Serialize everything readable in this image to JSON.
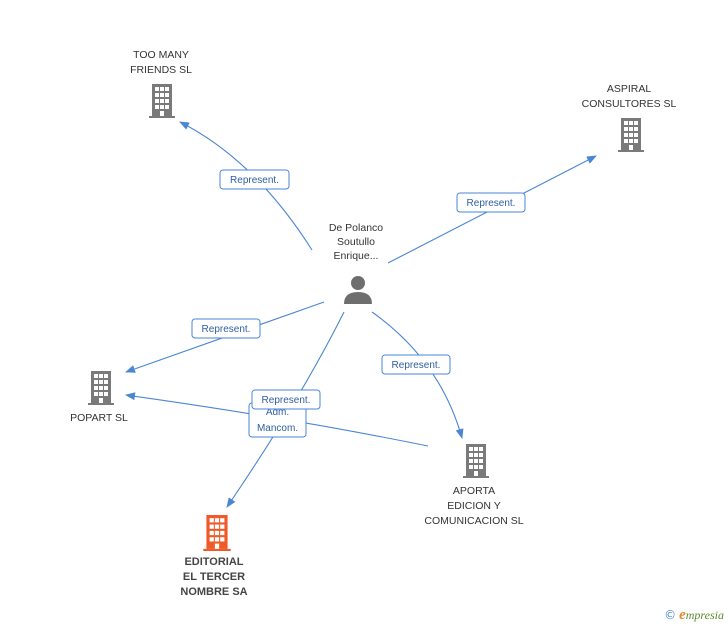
{
  "nodes": {
    "person": {
      "lines": [
        "De Polanco",
        "Soutullo",
        "Enrique..."
      ]
    },
    "too_many": {
      "lines": [
        "TOO MANY",
        "FRIENDS  SL"
      ]
    },
    "aspiral": {
      "lines": [
        "ASPIRAL",
        "CONSULTORES SL"
      ]
    },
    "popart": {
      "lines": [
        "POPART SL"
      ]
    },
    "aporta": {
      "lines": [
        "APORTA",
        "EDICION Y",
        "COMUNICACION SL"
      ]
    },
    "editorial": {
      "lines": [
        "EDITORIAL",
        "EL TERCER",
        "NOMBRE SA"
      ]
    }
  },
  "edge_labels": {
    "to_too_many": [
      "Represent."
    ],
    "to_aspiral": [
      "Represent."
    ],
    "to_popart": [
      "Represent."
    ],
    "to_aporta": [
      "Represent."
    ],
    "to_editorial": [
      "Represent."
    ],
    "aporta_popart": [
      "Adm.",
      "Mancom."
    ]
  },
  "colors": {
    "edge": "#4a86d4",
    "company_icon": "#7a7a7a",
    "focus_icon": "#f05a28",
    "person_icon": "#6e6e6e"
  },
  "icons": {
    "company": "building-icon",
    "person": "person-icon"
  },
  "brand": {
    "copyright": "©",
    "first_letter": "e",
    "rest": "mpresia"
  }
}
